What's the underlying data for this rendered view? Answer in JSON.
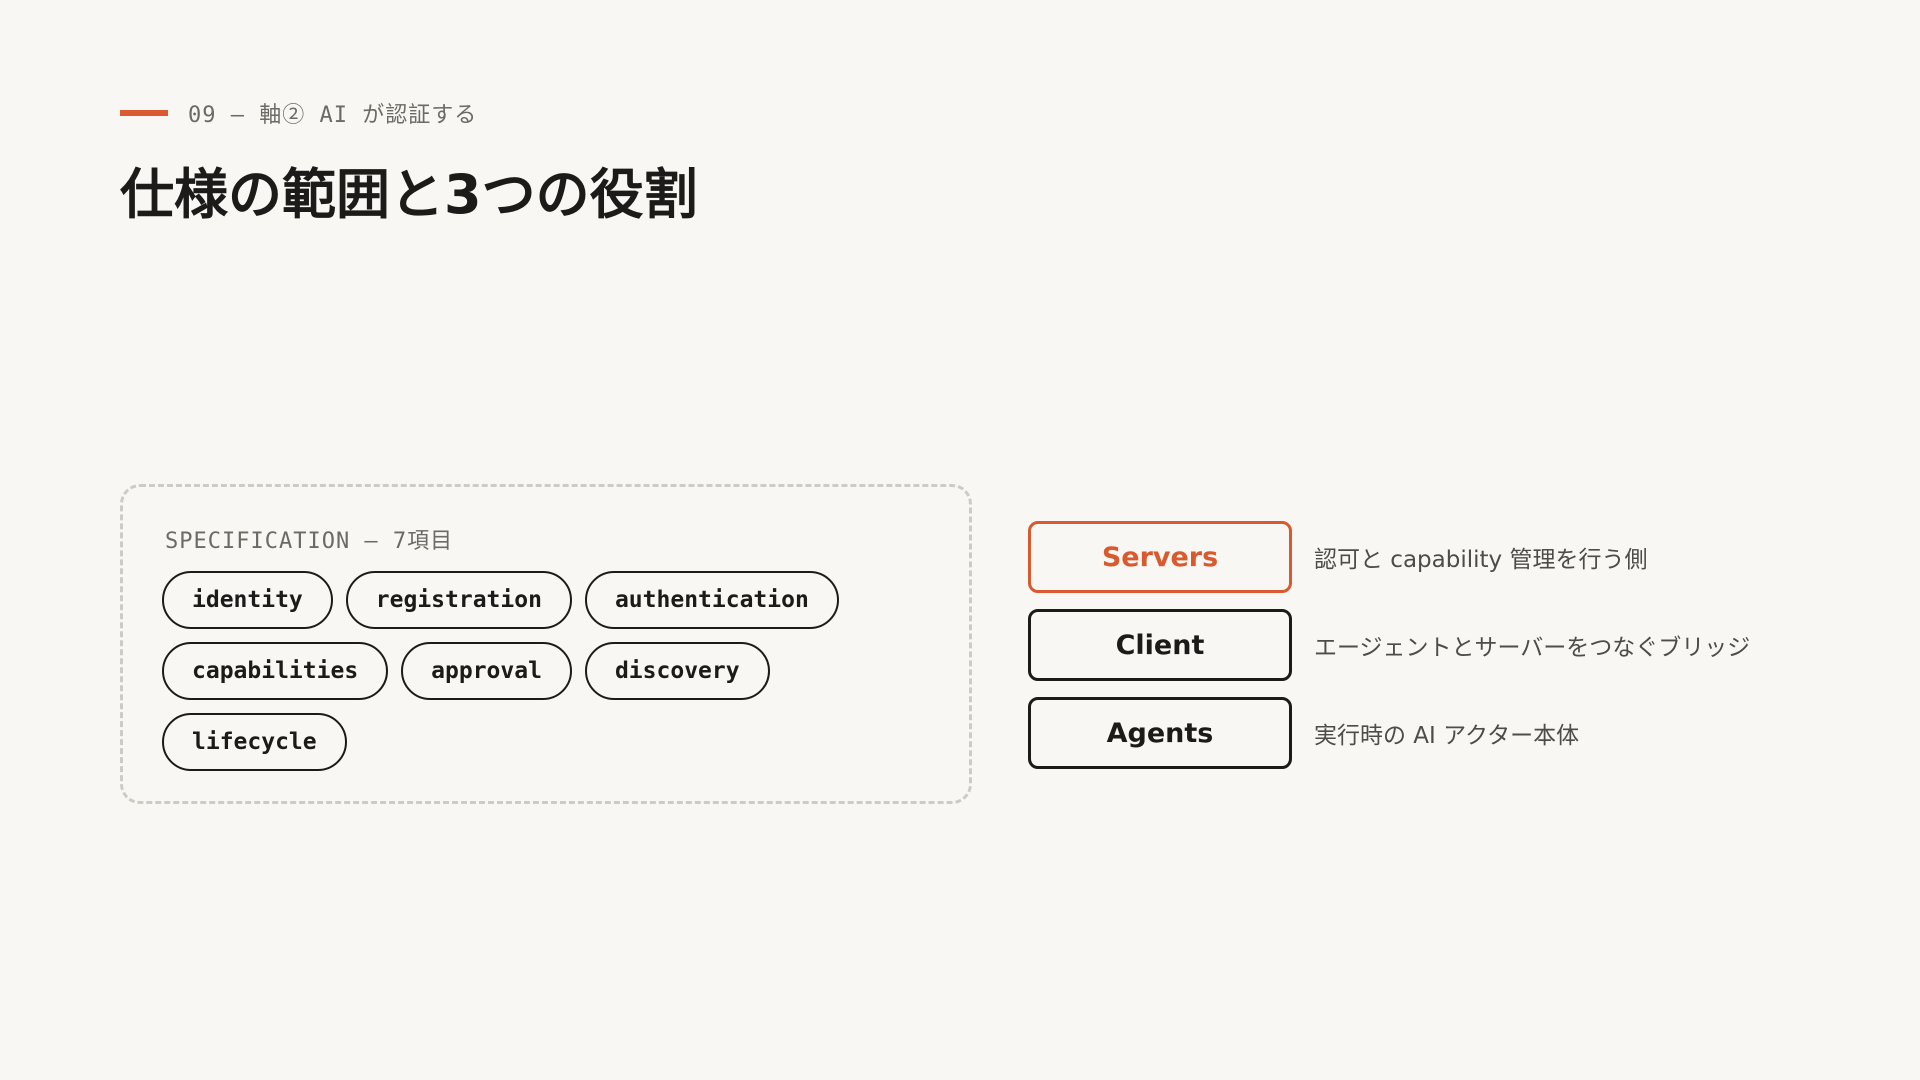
{
  "eyebrow": {
    "text": "09 — 軸② AI が認証する"
  },
  "title": "仕様の範囲と3つの役割",
  "specification": {
    "heading": "SPECIFICATION — 7項目",
    "rows": [
      [
        "identity",
        "registration",
        "authentication"
      ],
      [
        "capabilities",
        "approval",
        "discovery"
      ],
      [
        "lifecycle"
      ]
    ]
  },
  "roles": [
    {
      "name": "Servers",
      "description": "認可と capability 管理を行う側",
      "highlighted": true
    },
    {
      "name": "Client",
      "description": "エージェントとサーバーをつなぐブリッジ",
      "highlighted": false
    },
    {
      "name": "Agents",
      "description": "実行時の AI アクター本体",
      "highlighted": false
    }
  ],
  "colors": {
    "accent": "#d85a2e",
    "ink": "#1c1b19",
    "muted": "#6d6a64",
    "background": "#f9f7f3",
    "dashed_border": "#cfcbc4"
  }
}
